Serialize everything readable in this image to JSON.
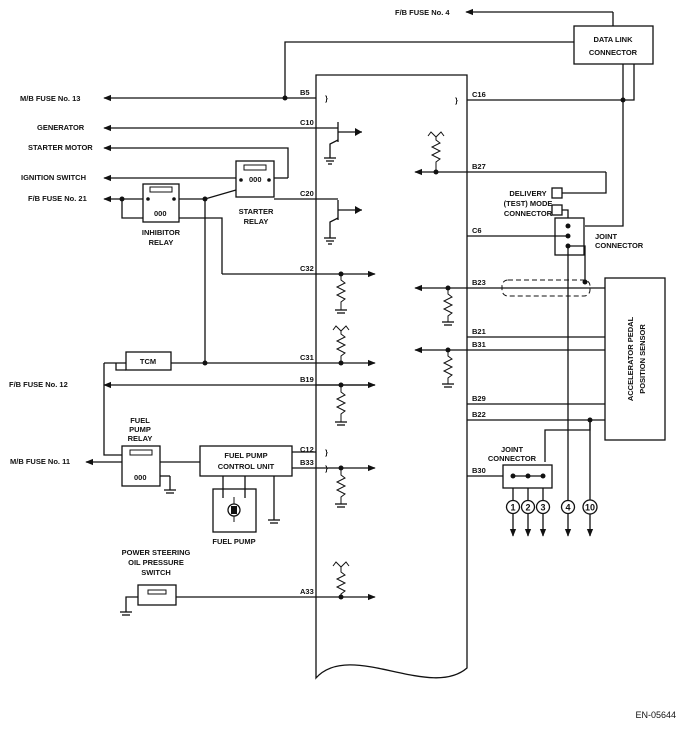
{
  "labels": {
    "fb_fuse_4": "F/B FUSE No. 4",
    "data_link_connector": [
      "DATA LINK",
      "CONNECTOR"
    ],
    "mb_fuse_13": "M/B FUSE No. 13",
    "generator": "GENERATOR",
    "starter_motor": "STARTER MOTOR",
    "ignition_switch": "IGNITION SWITCH",
    "fb_fuse_21": "F/B FUSE No. 21",
    "inhibitor_relay": [
      "INHIBITOR",
      "RELAY"
    ],
    "starter_relay": [
      "STARTER",
      "RELAY"
    ],
    "tcm": "TCM",
    "fb_fuse_12": "F/B FUSE No. 12",
    "fuel_pump_relay": [
      "FUEL",
      "PUMP",
      "RELAY"
    ],
    "mb_fuse_11": "M/B FUSE No. 11",
    "fuel_pump_control_unit": [
      "FUEL PUMP",
      "CONTROL UNIT"
    ],
    "fuel_pump": "FUEL PUMP",
    "power_steering_switch": [
      "POWER STEERING",
      "OIL PRESSURE",
      "SWITCH"
    ],
    "delivery_mode_connector": [
      "DELIVERY",
      "(TEST) MODE",
      "CONNECTOR"
    ],
    "joint_connector_right": [
      "JOINT",
      "CONNECTOR"
    ],
    "joint_connector_bottom": [
      "JOINT",
      "CONNECTOR"
    ],
    "accelerator_sensor": [
      "ACCELERATOR PEDAL",
      "POSITION SENSOR"
    ],
    "relay_coil": "000"
  },
  "pins": {
    "b5": "B5",
    "c10": "C10",
    "c20": "C20",
    "c32": "C32",
    "c31": "C31",
    "b19": "B19",
    "c12": "C12",
    "b33": "B33",
    "a33": "A33",
    "c16": "C16",
    "b27": "B27",
    "c6": "C6",
    "b23": "B23",
    "b21": "B21",
    "b31": "B31",
    "b29": "B29",
    "b22": "B22",
    "b30": "B30"
  },
  "circled": [
    "1",
    "2",
    "3",
    "4",
    "10"
  ],
  "figure_code": "EN-05644"
}
